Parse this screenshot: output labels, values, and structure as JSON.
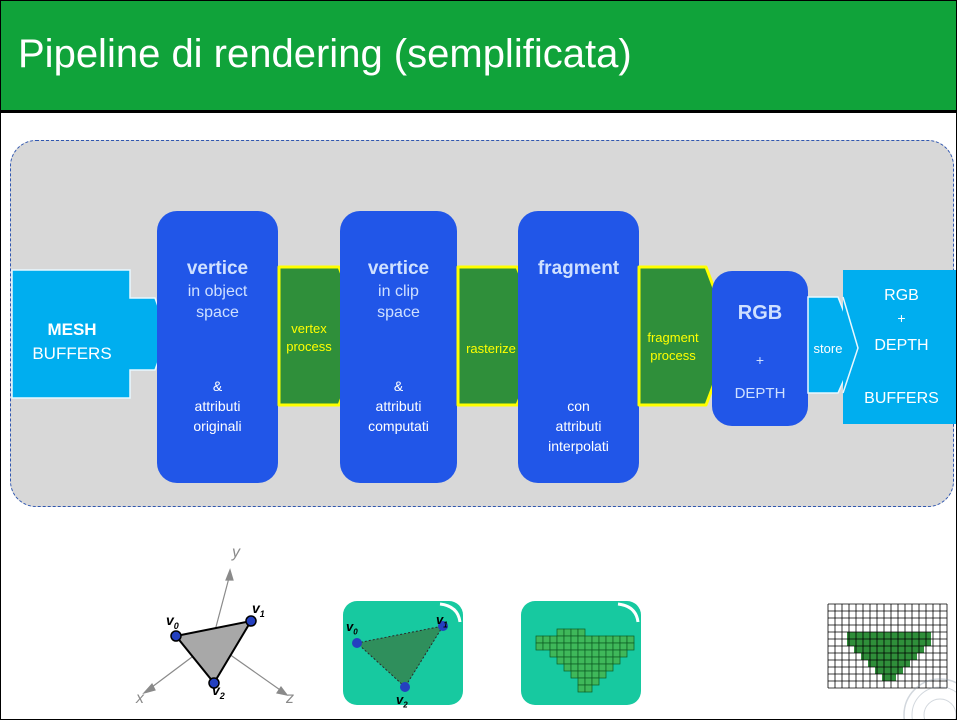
{
  "slide": {
    "title": "Pipeline di rendering (semplificata)"
  },
  "colors": {
    "title_bar": "#10a33a",
    "stage_blue": "#2156e8",
    "buffer_cyan": "#00aeef",
    "process_green": "#2f8f3a",
    "process_border": "#ffff00",
    "panel_gray": "#d8d8d8",
    "thumb_teal": "#17c9a0"
  },
  "pipeline": {
    "mesh": {
      "title": "MESH",
      "subtitle": "BUFFERS"
    },
    "vertex_obj": {
      "title": "vertice",
      "line1": "in object",
      "line2": "space",
      "amp": "&",
      "line3": "attributi",
      "line4": "originali"
    },
    "vertex_process": {
      "line1": "vertex",
      "line2": "process"
    },
    "vertex_clip": {
      "title": "vertice",
      "line1": "in clip",
      "line2": "space",
      "amp": "&",
      "line3": "attributi",
      "line4": "computati"
    },
    "rasterize": {
      "label": "rasterize"
    },
    "fragment": {
      "title": "fragment",
      "line1": "con",
      "line2": "attributi",
      "line3": "interpolati"
    },
    "fragment_process": {
      "line1": "fragment",
      "line2": "process"
    },
    "rgb_depth": {
      "title": "RGB",
      "plus": "+",
      "depth": "DEPTH"
    },
    "store": {
      "label": "store"
    },
    "final_buffers": {
      "line1": "RGB",
      "line2": "+",
      "line3": "DEPTH",
      "line4": "BUFFERS"
    }
  },
  "illustrations": {
    "axes": {
      "x": "x",
      "y": "y",
      "z": "z"
    },
    "vertices": {
      "v0": "v",
      "v0_sub": "0",
      "v1": "v",
      "v1_sub": "1",
      "v2": "v",
      "v2_sub": "2"
    }
  }
}
